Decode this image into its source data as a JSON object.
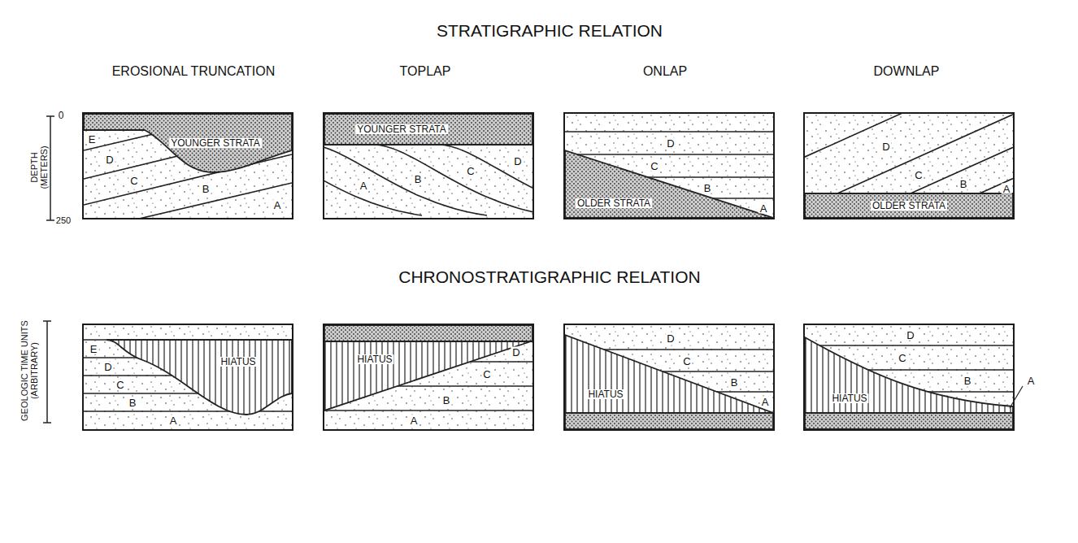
{
  "diagram": {
    "title": "STRATIGRAPHIC RELATION",
    "nodes": [
      {
        "text": [
          "E",
          "YOUNGER STRATA",
          "D",
          "C",
          "B",
          "A"
        ]
      },
      {
        "text": [
          "YOUNGER STRATA",
          "A",
          "B",
          "C",
          "D"
        ]
      },
      {
        "text": [
          "D",
          "C",
          "B",
          "OLDER STRATA",
          "A"
        ]
      },
      {
        "text": [
          "D",
          "C",
          "B",
          "A",
          "OLDER STRATA"
        ]
      },
      {
        "text": [
          "E",
          "HIATUS",
          "D",
          "C",
          "B",
          "A"
        ]
      },
      {
        "text": [
          "HIATUS",
          "D",
          "C",
          "B",
          "A"
        ]
      },
      {
        "text": [
          "D",
          "C",
          "B",
          "HIATUS",
          "A"
        ]
      },
      {
        "text": [
          "D",
          "C",
          "B",
          "HIATUS",
          "A"
        ]
      }
    ],
    "labels": [
      "EROSIONAL TRUNCATION",
      "TOPLAP",
      "ONLAP",
      "DOWNLAP",
      "DEPTH (METERS)",
      "0",
      "250",
      "CHRONOSTRATIGRAPHIC RELATION",
      "GEOLOGIC TIME UNITS (ARBITRARY)"
    ]
  }
}
